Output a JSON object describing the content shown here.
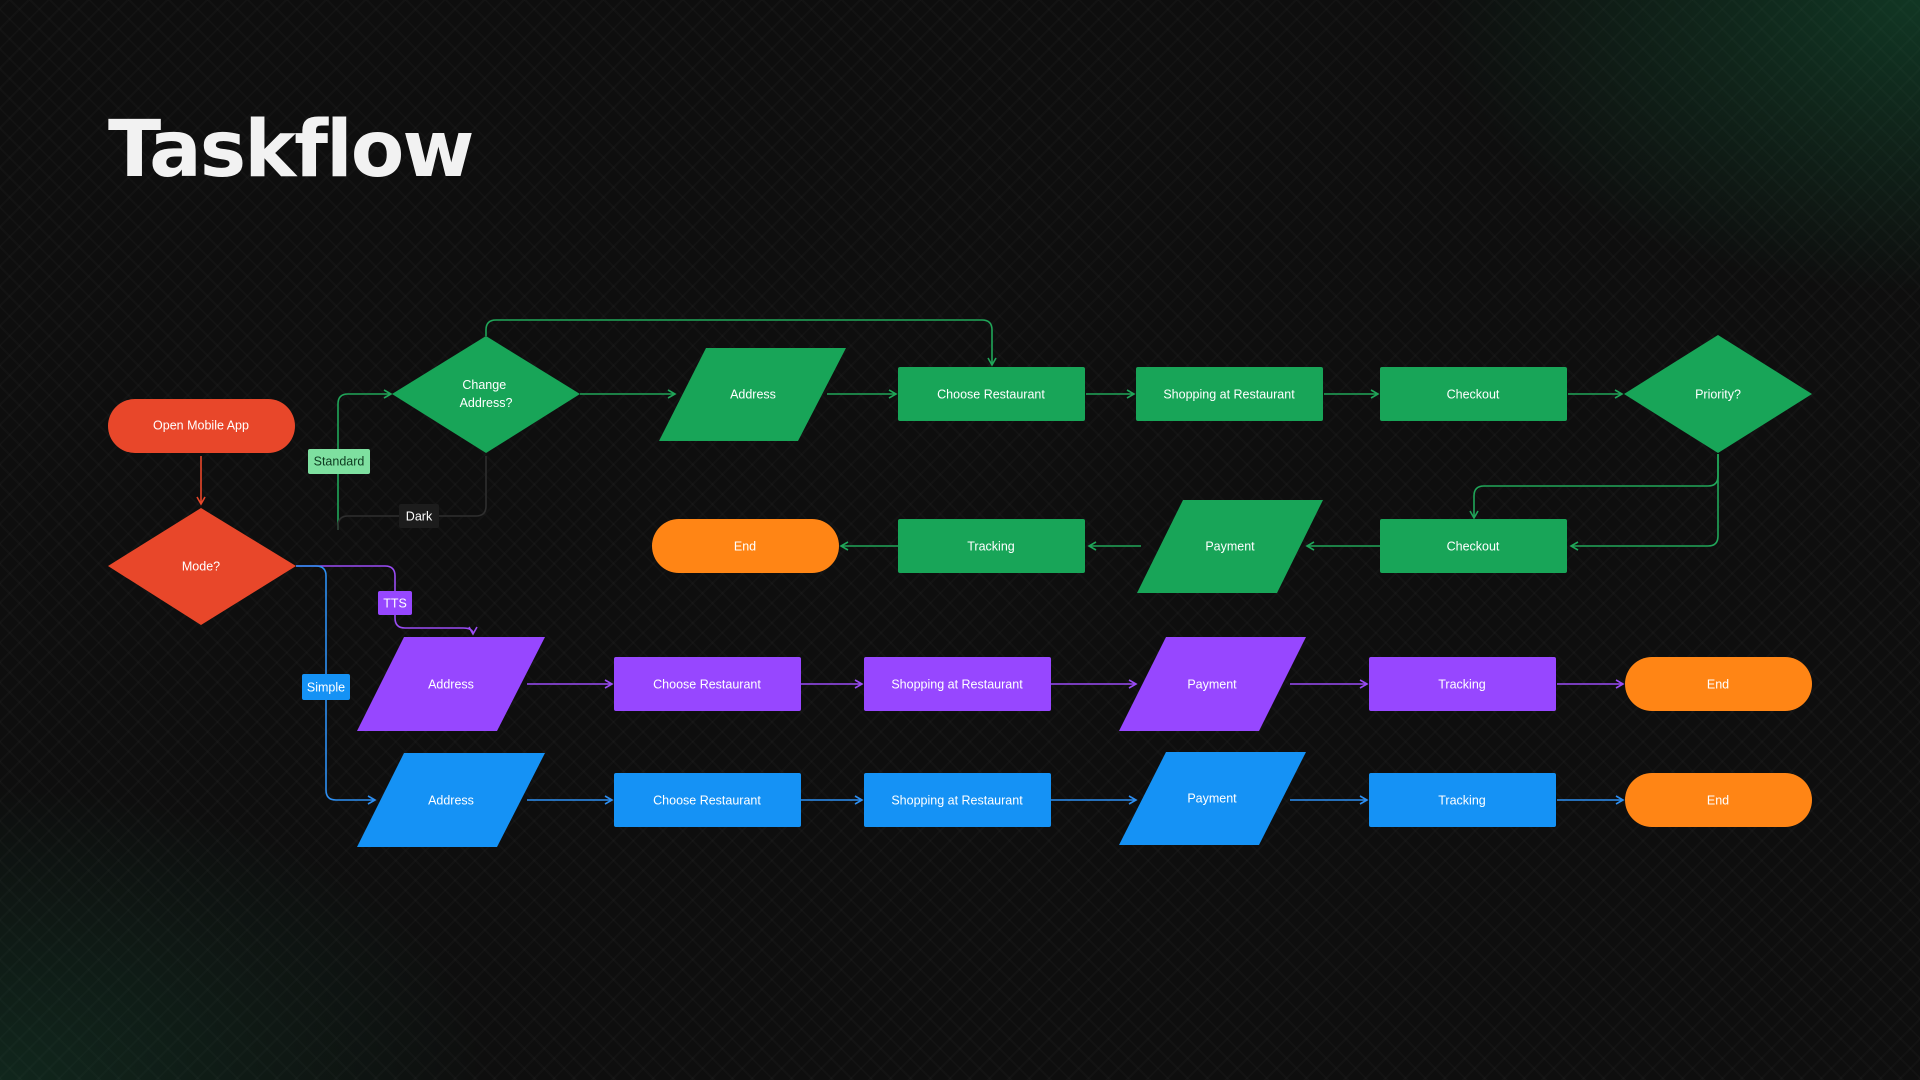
{
  "title": "Taskflow",
  "colors": {
    "start": "#e8472a",
    "green": "#18a558",
    "purple": "#9747ff",
    "blue": "#1592f5",
    "orange": "#ff8515",
    "green_line": "#20a659",
    "purple_line": "#9a4cf5",
    "blue_line": "#2d8ff2",
    "red_line": "#e8472a"
  },
  "nodes": {
    "open_app": "Open Mobile App",
    "mode": "Mode?",
    "change_address": "Change Address?",
    "std_address": "Address",
    "std_choose": "Choose Restaurant",
    "std_shopping": "Shopping at Restaurant",
    "std_checkout1": "Checkout",
    "priority": "Priority?",
    "std_checkout2": "Checkout",
    "std_payment": "Payment",
    "std_tracking": "Tracking",
    "std_end": "End",
    "tts_address": "Address",
    "tts_choose": "Choose Restaurant",
    "tts_shopping": "Shopping at Restaurant",
    "tts_payment": "Payment",
    "tts_tracking": "Tracking",
    "tts_end": "End",
    "simple_address": "Address",
    "simple_choose": "Choose Restaurant",
    "simple_shopping": "Shopping at Restaurant",
    "simple_payment": "Payment",
    "simple_tracking": "Tracking",
    "simple_end": "End"
  },
  "tags": {
    "standard": "Standard",
    "dark": "Dark",
    "tts": "TTS",
    "simple": "Simple"
  }
}
